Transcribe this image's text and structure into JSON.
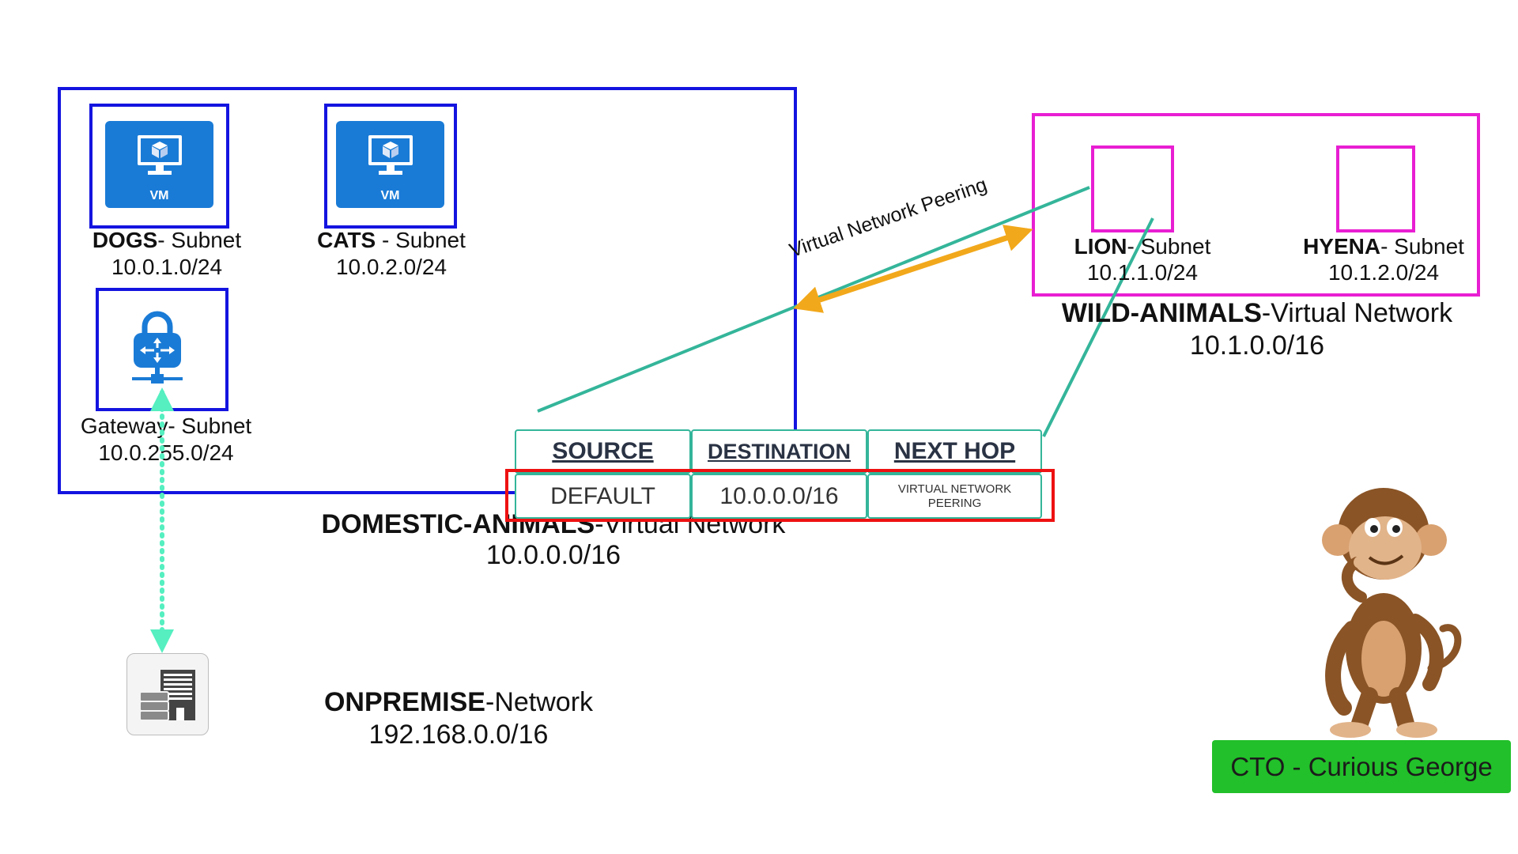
{
  "domestic": {
    "name": "DOMESTIC-ANIMALS",
    "suffix": "-Virtual Network",
    "cidr": "10.0.0.0/16",
    "subnets": [
      {
        "name": "DOGS",
        "suffix": "- Subnet",
        "cidr": "10.0.1.0/24",
        "icon": "vm-icon",
        "icon_label": "VM"
      },
      {
        "name": "CATS",
        "suffix": " - Subnet",
        "cidr": "10.0.2.0/24",
        "icon": "vm-icon",
        "icon_label": "VM"
      },
      {
        "name": "Gateway- Subnet",
        "cidr": "10.0.255.0/24",
        "icon": "vpn-gateway-icon"
      }
    ]
  },
  "wild": {
    "name": "WILD-ANIMALS",
    "suffix": "-Virtual Network",
    "cidr": "10.1.0.0/16",
    "subnets": [
      {
        "name": "LION",
        "suffix": "- Subnet",
        "cidr": "10.1.1.0/24"
      },
      {
        "name": "HYENA",
        "suffix": "- Subnet",
        "cidr": "10.1.2.0/24"
      }
    ]
  },
  "onpremise": {
    "name": "ONPREMISE",
    "suffix": "-Network",
    "cidr": "192.168.0.0/16",
    "icon": "datacenter-icon"
  },
  "peering": {
    "label": "Virtual Network Peering",
    "color": "#f2a81b"
  },
  "route_table": {
    "headers": [
      "SOURCE",
      "DESTINATION",
      "NEXT HOP"
    ],
    "row": [
      "DEFAULT",
      "10.0.0.0/16",
      "VIRTUAL NETWORK PEERING"
    ]
  },
  "cto": {
    "label": "CTO - Curious George",
    "icon": "monkey-icon"
  },
  "colors": {
    "domestic_border": "#1414e0",
    "wild_border": "#e81ed2",
    "connector": "#34b59a",
    "gateway_link": "#55efc0",
    "highlight": "#ee1111",
    "badge": "#22c02a"
  }
}
